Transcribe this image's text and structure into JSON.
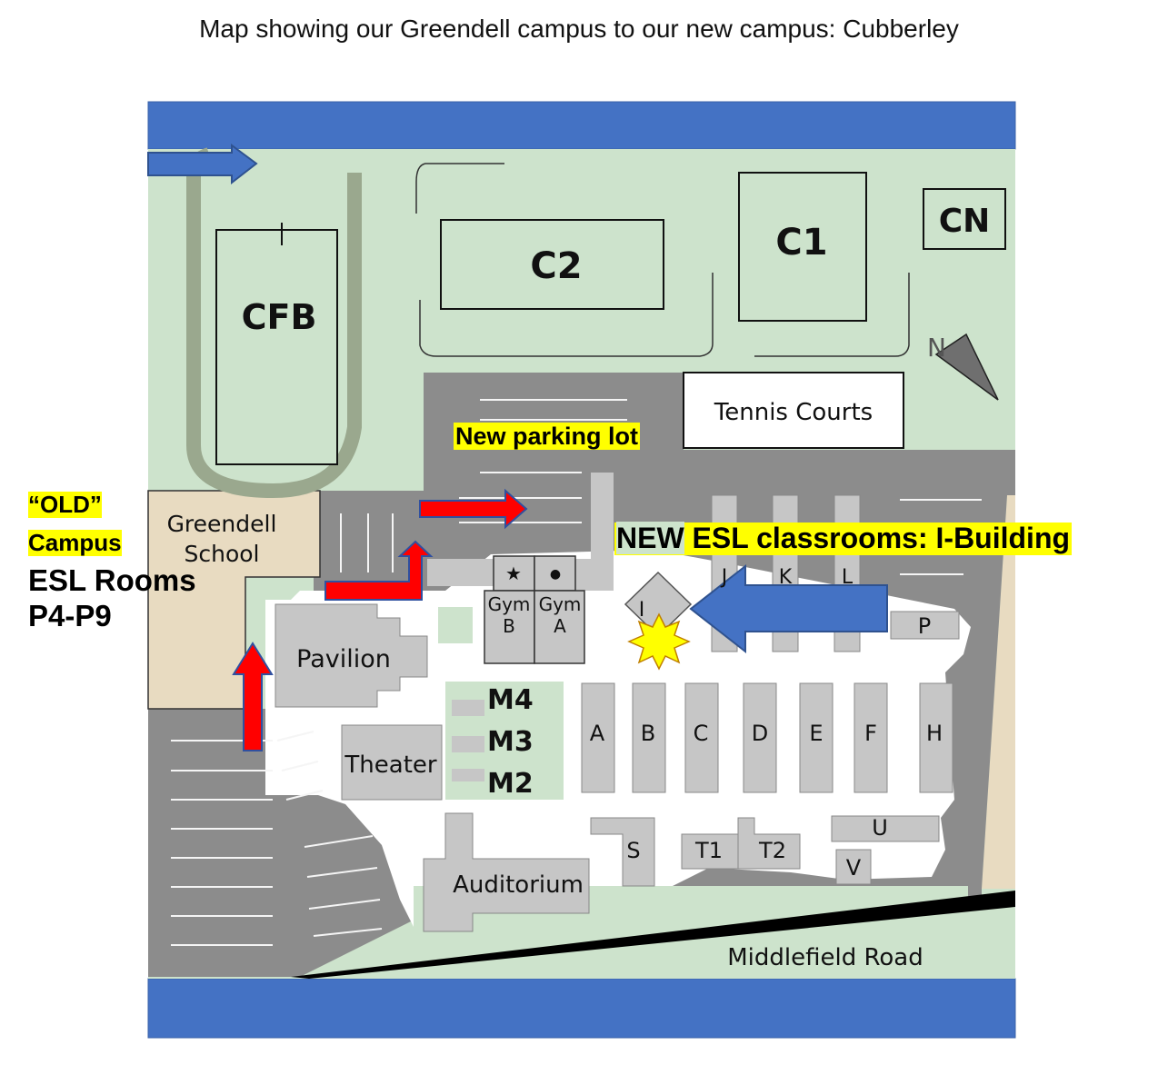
{
  "title": "Map showing our Greendell campus to our new campus: Cubberley",
  "colors": {
    "band": "#4472c4",
    "field": "#cde3cc",
    "paved": "#8c8c8c",
    "building": "#c6c6c6",
    "greendell": "#e8dbc1",
    "track": "#9aa88e",
    "red_arrow": "#ff0000",
    "blue_arrow": "#4472c4",
    "star": "#ffff00",
    "highlight": "#ffff00"
  },
  "map": {
    "buildings": {
      "cfb": "CFB",
      "c2": "C2",
      "c1": "C1",
      "cn": "CN",
      "tennis": "Tennis Courts",
      "greendell_line1": "Greendell",
      "greendell_line2": "School",
      "gym_star": "★",
      "gym_dot": "●",
      "gym_b_line1": "Gym",
      "gym_b_line2": "B",
      "gym_a_line1": "Gym",
      "gym_a_line2": "A",
      "i": "I",
      "j": "J",
      "k": "K",
      "l": "L",
      "p": "P",
      "pavilion": "Pavilion",
      "m4": "M4",
      "m3": "M3",
      "m2": "M2",
      "theater": "Theater",
      "a": "A",
      "b": "B",
      "c": "C",
      "d": "D",
      "e": "E",
      "f": "F",
      "h": "H",
      "s": "S",
      "t1": "T1",
      "t2": "T2",
      "u": "U",
      "v": "V",
      "auditorium": "Auditorium",
      "middlefield": "Middlefield Road",
      "north": "N"
    },
    "annotations": {
      "new_parking": "New parking lot",
      "new_esl_new": "NEW",
      "new_esl_rest": " ESL classrooms: I-Building",
      "old_campus_line1": "“OLD”",
      "old_campus_line2": "Campus",
      "esl_rooms_line1": "ESL Rooms",
      "esl_rooms_line2": "P4-P9"
    }
  }
}
